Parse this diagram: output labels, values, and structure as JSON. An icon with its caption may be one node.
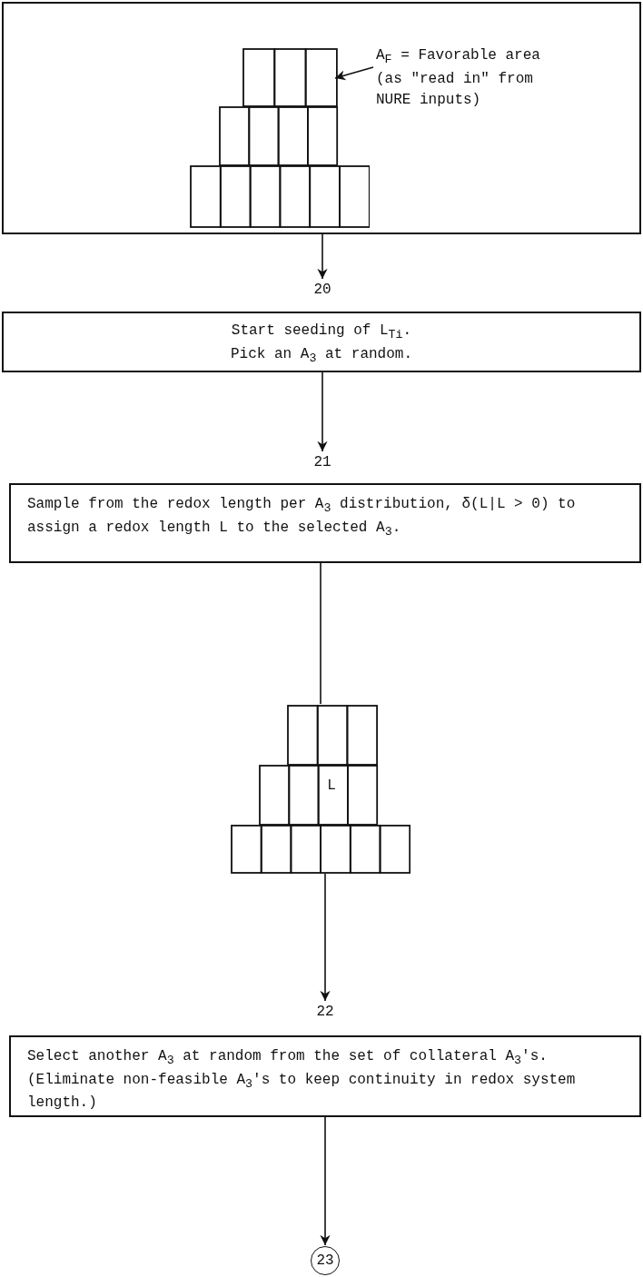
{
  "diagram": {
    "nodes": [
      {
        "text": [],
        "shape": "box"
      },
      {
        "text": [],
        "shape": "picture",
        "in": 0
      },
      {
        "text": [
          "A$_{F}$ = Favorable area (as \"read in\" from NURE inputs)"
        ],
        "in": 0
      },
      {
        "text": [
          "20"
        ]
      },
      {
        "text": [
          "Start seeding of L$_{Ti}$.",
          "Pick an A$_{3}$ at random."
        ]
      },
      {
        "text": [
          "21"
        ]
      },
      {
        "text": [
          "Sample from the redox length per A$_{3}$ distribution, δ(L|L > 0) to assign a redox length L to the selected A$_{3}$."
        ]
      },
      {
        "text": [
          "L"
        ]
      },
      {
        "text": [
          "22"
        ]
      },
      {
        "text": [
          "Select another A$_{3}$ at random from the set of collateral A$_{3}$'s.  (Eliminate non-feasible A$_{3}$'s to keep continuity in redox system length.)"
        ]
      },
      {
        "text": [
          "23"
        ]
      }
    ],
    "edges": [
      {
        "from": 0,
        "to": 3,
        "arrow": "to"
      },
      {
        "from": 2,
        "to": 1,
        "arrow": "to"
      },
      {
        "from": 4,
        "to": 5,
        "arrow": "to"
      },
      {
        "from": 6,
        "to": 7,
        "arrow": "none"
      },
      {
        "from": 7,
        "to": 8,
        "arrow": "to"
      },
      {
        "from": 9,
        "to": 10,
        "arrow": "to"
      }
    ]
  }
}
